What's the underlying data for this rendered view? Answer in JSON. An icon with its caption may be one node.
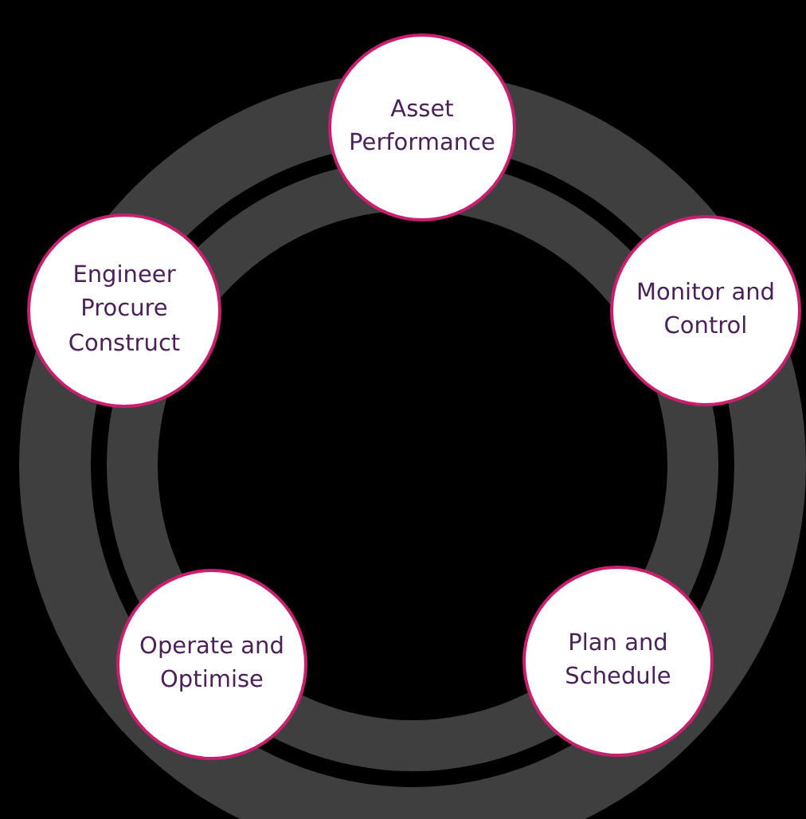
{
  "diagram": {
    "nodes": [
      {
        "text": [
          "Asset Performance"
        ]
      },
      {
        "text": [
          "Monitor and Control"
        ]
      },
      {
        "text": [
          "Plan and Schedule"
        ]
      },
      {
        "text": [
          "Operate and Optimise"
        ]
      },
      {
        "text": [
          "Engineer Procure Construct"
        ]
      }
    ]
  }
}
